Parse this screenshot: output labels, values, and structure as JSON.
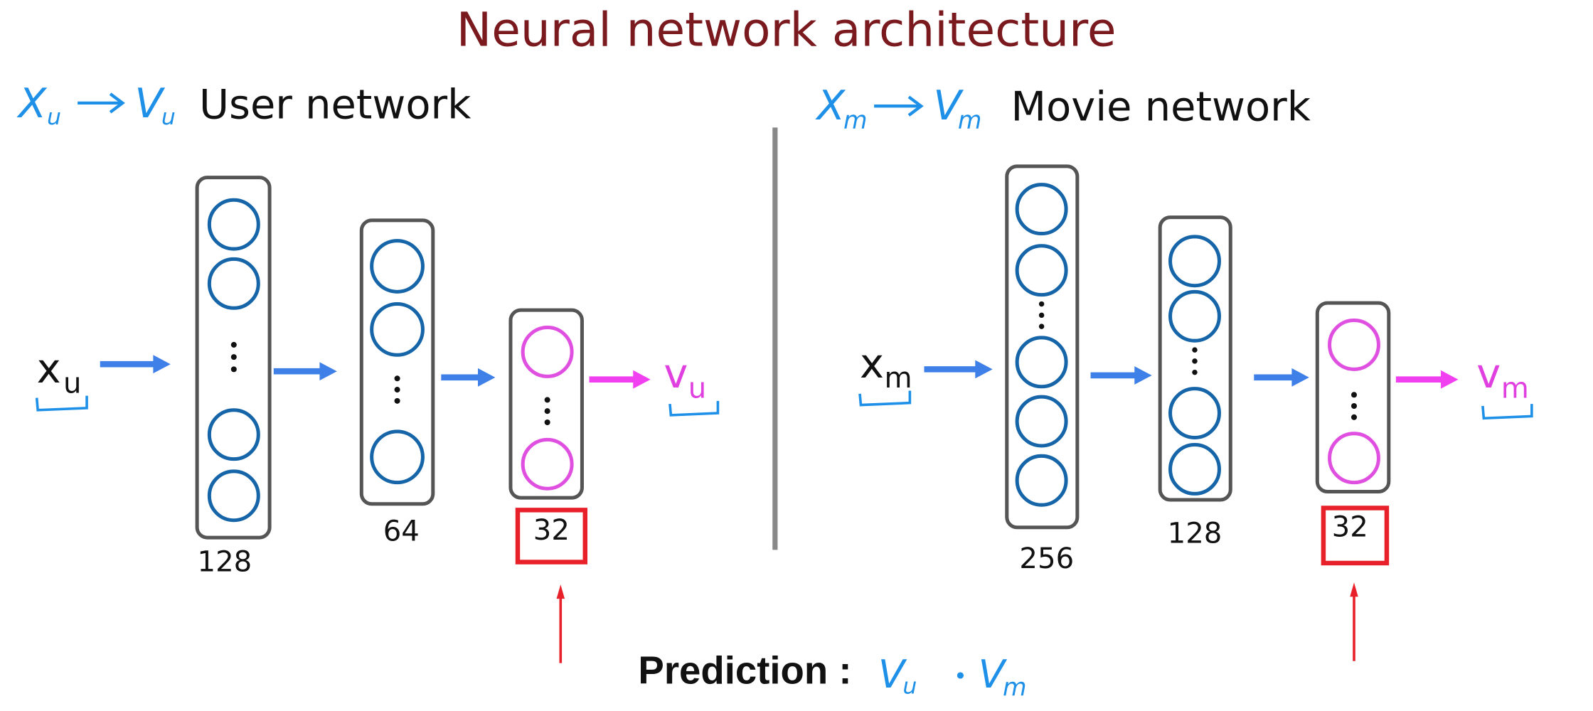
{
  "title": "Neural network architecture",
  "colors": {
    "title": "#7a1a1f",
    "annotation_blue": "#1e90e8",
    "neuron_blue": "#1565a8",
    "output_magenta": "#e050e0",
    "arrow_blue": "#3f80e8",
    "highlight_red": "#e8202a"
  },
  "user_network": {
    "annotation": {
      "from": "X",
      "from_sub": "u",
      "arrow": "→",
      "to": "V",
      "to_sub": "u"
    },
    "heading": "User network",
    "input": {
      "symbol": "x",
      "sub": "u"
    },
    "output": {
      "symbol": "v",
      "sub": "u"
    },
    "layers": [
      {
        "units": "128",
        "role": "hidden"
      },
      {
        "units": "64",
        "role": "hidden"
      },
      {
        "units": "32",
        "role": "output",
        "highlighted": true
      }
    ]
  },
  "movie_network": {
    "annotation": {
      "from": "X",
      "from_sub": "m",
      "arrow": "→",
      "to": "V",
      "to_sub": "m"
    },
    "heading": "Movie network",
    "input": {
      "symbol": "x",
      "sub": "m"
    },
    "output": {
      "symbol": "v",
      "sub": "m"
    },
    "layers": [
      {
        "units": "256",
        "role": "hidden"
      },
      {
        "units": "128",
        "role": "hidden"
      },
      {
        "units": "32",
        "role": "output",
        "highlighted": true
      }
    ]
  },
  "prediction": {
    "label": "Prediction :",
    "lhs": "V",
    "lhs_sub": "u",
    "operator": "•",
    "rhs": "V",
    "rhs_sub": "m"
  }
}
